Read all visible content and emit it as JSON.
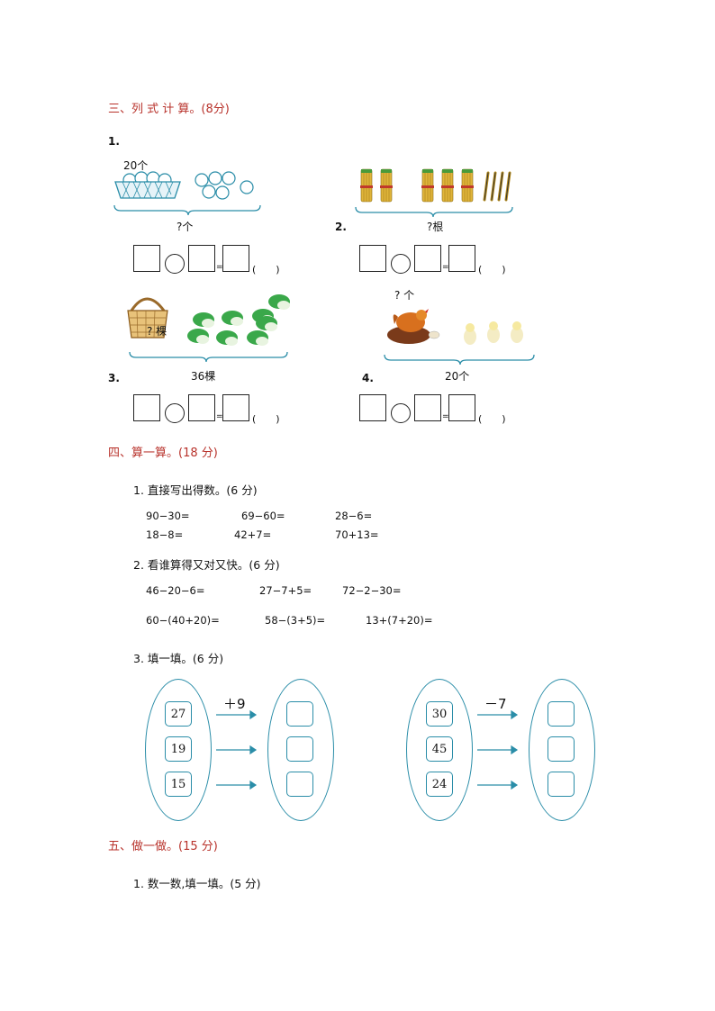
{
  "section3": {
    "title": "三、列 式 计 算。",
    "points": "(8分)",
    "problems": [
      {
        "num": "1.",
        "top_label": "20个",
        "bottom_label": "?个"
      },
      {
        "num": "2.",
        "bottom_label": "?根"
      },
      {
        "num": "3.",
        "basket_label": "? 棵",
        "bottom_label": "36棵"
      },
      {
        "num": "4.",
        "top_label": "? 个",
        "bottom_label": "20个"
      }
    ],
    "equals": "=",
    "paren": "(　　)"
  },
  "section4": {
    "title": "四、算一算。",
    "points": "(18 分)",
    "q1": {
      "title": "1. 直接写出得数。(6 分)",
      "items": [
        "90−30=",
        "69−60=",
        "28−6=",
        "18−8=",
        "42+7=",
        "70+13="
      ]
    },
    "q2": {
      "title": "2. 看谁算得又对又快。(6 分)",
      "items": [
        "46−20−6=",
        "27−7+5=",
        "72−2−30=",
        "60−(40+20)=",
        "58−(3+5)=",
        "13+(7+20)="
      ]
    },
    "q3": {
      "title": "3. 填一填。(6 分)",
      "left": {
        "op": "＋9",
        "values": [
          "27",
          "19",
          "15"
        ]
      },
      "right": {
        "op": "－7",
        "values": [
          "30",
          "45",
          "24"
        ]
      }
    }
  },
  "section5": {
    "title": "五、做一做。",
    "points": "(15 分)",
    "q1": {
      "title": "1. 数一数,填一填。(5 分)"
    }
  },
  "colors": {
    "section_heading": "#b8322b",
    "diagram_line": "#2a8da8"
  }
}
